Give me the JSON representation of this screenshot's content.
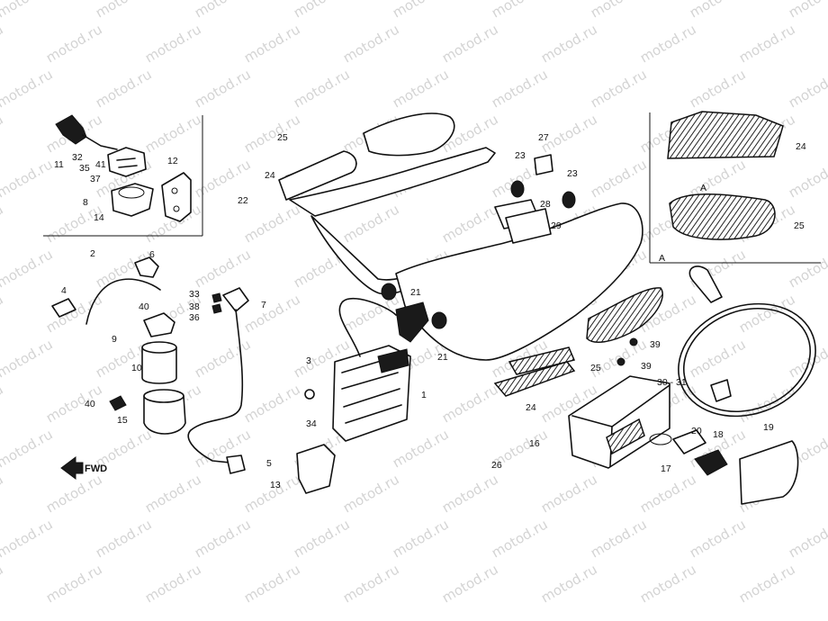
{
  "watermark": {
    "text": "motod.ru"
  },
  "direction_indicator": {
    "label": "FWD"
  },
  "section_marker": {
    "label": "A"
  },
  "callouts": {
    "c1": "1",
    "c2": "2",
    "c3": "3",
    "c4": "4",
    "c5": "5",
    "c6": "6",
    "c7": "7",
    "c8": "8",
    "c9": "9",
    "c10": "10",
    "c11": "11",
    "c12": "12",
    "c13": "13",
    "c14": "14",
    "c15": "15",
    "c16": "16",
    "c17": "17",
    "c18": "18",
    "c19": "19",
    "c20": "20",
    "c21a": "21",
    "c21b": "21",
    "c22": "22",
    "c23a": "23",
    "c23b": "23",
    "c24a": "24",
    "c24b": "24",
    "c24c": "24",
    "c25a": "25",
    "c25b": "25",
    "c25c": "25",
    "c26": "26",
    "c27": "27",
    "c28": "28",
    "c29": "29",
    "c30_31": "30 - 31",
    "c32": "32",
    "c33": "33",
    "c34": "34",
    "c35": "35",
    "c36": "36",
    "c37": "37",
    "c38": "38",
    "c39a": "39",
    "c39b": "39",
    "c40a": "40",
    "c40b": "40",
    "c41": "41"
  }
}
